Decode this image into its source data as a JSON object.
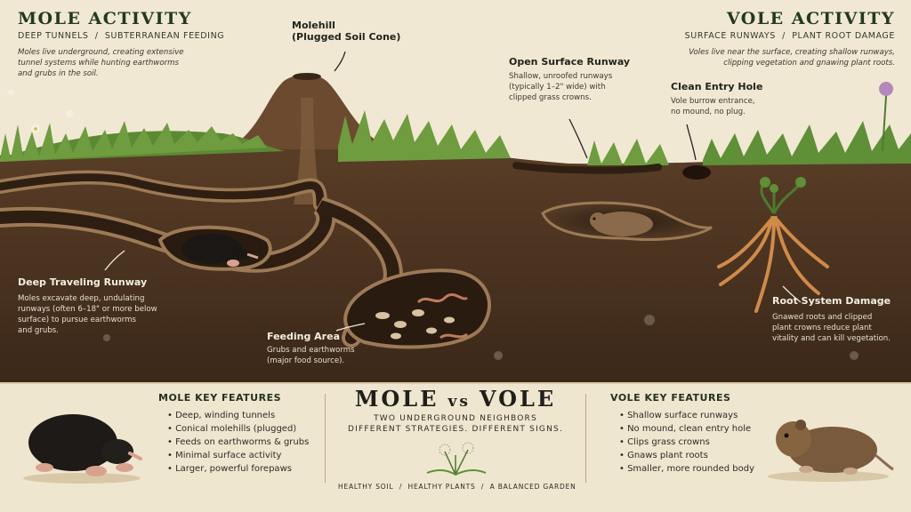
{
  "mole": {
    "title": "MOLE ACTIVITY",
    "subtitle": "DEEP TUNNELS  /  SUBTERRANEAN FEEDING",
    "desc_lines": [
      "Moles live underground, creating extensive",
      "tunnel systems while hunting earthworms",
      "and grubs in the soil."
    ]
  },
  "vole": {
    "title": "VOLE ACTIVITY",
    "subtitle": "SURFACE RUNWAYS  /  PLANT ROOT DAMAGE",
    "desc_lines": [
      "Voles live near the surface, creating shallow runways,",
      "clipping vegetation and gnawing plant roots."
    ]
  },
  "callouts": {
    "molehill": {
      "title_lines": [
        "Molehill",
        "(Plugged Soil Cone)"
      ]
    },
    "runway": {
      "title": "Open Surface Runway",
      "desc_lines": [
        "Shallow, unroofed runways",
        "(typically 1–2\" wide) with",
        "clipped grass crowns."
      ]
    },
    "entry": {
      "title": "Clean Entry Hole",
      "desc_lines": [
        "Vole burrow entrance,",
        "no mound, no plug."
      ]
    },
    "deep": {
      "title": "Deep Traveling Runway",
      "desc_lines": [
        "Moles excavate deep, undulating",
        "runways (often 6–18\" or more below",
        "surface) to pursue earthworms",
        "and grubs."
      ]
    },
    "feeding": {
      "title": "Feeding Area",
      "desc_lines": [
        "Grubs and earthworms",
        "(major food source)."
      ]
    },
    "root": {
      "title": "Root System Damage",
      "desc_lines": [
        "Gnawed roots and clipped",
        "plant crowns reduce plant",
        "vitality and can kill vegetation."
      ]
    }
  },
  "center": {
    "word_left": "MOLE",
    "word_vs": "vs",
    "word_right": "VOLE",
    "tagline_lines": [
      "TWO UNDERGROUND NEIGHBORS",
      "DIFFERENT STRATEGIES. DIFFERENT SIGNS."
    ],
    "footer": "HEALTHY SOIL  /  HEALTHY PLANTS  /  A BALANCED GARDEN"
  },
  "mole_features": {
    "heading": "MOLE KEY FEATURES",
    "items": [
      "Deep, winding tunnels",
      "Conical molehills (plugged)",
      "Feeds on earthworms & grubs",
      "Minimal surface activity",
      "Larger, powerful forepaws"
    ]
  },
  "vole_features": {
    "heading": "VOLE KEY FEATURES",
    "items": [
      "Shallow surface runways",
      "No mound, clean entry hole",
      "Clips grass crowns",
      "Gnaws plant roots",
      "Smaller, more rounded body"
    ]
  },
  "colors": {
    "soil": "#4a3322",
    "grass": "#5c8a34",
    "title_green": "#22391f",
    "tunnel": "#8c6a47"
  }
}
